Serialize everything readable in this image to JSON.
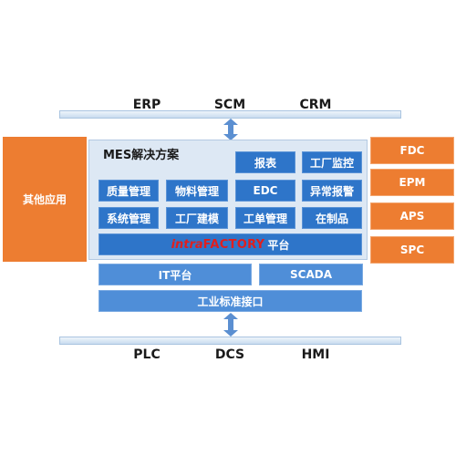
{
  "top_systems": [
    "ERP",
    "SCM",
    "CRM"
  ],
  "bottom_systems": [
    "PLC",
    "DCS",
    "HMI"
  ],
  "left_box": "其他应用",
  "right_boxes": [
    "FDC",
    "EPM",
    "APS",
    "SPC"
  ],
  "mes": {
    "title": "MES解决方案",
    "row1": [
      "报表",
      "工厂监控"
    ],
    "row2": [
      "质量管理",
      "物料管理",
      "EDC",
      "异常报警"
    ],
    "row3": [
      "系统管理",
      "工厂建模",
      "工单管理",
      "在制品"
    ]
  },
  "platform": {
    "brand_intra": "intra",
    "brand_factory": "FACTORY",
    "suffix": "平台"
  },
  "it_platform": "IT平台",
  "scada": "SCADA",
  "interface": "工业标准接口",
  "colors": {
    "orange": "#ed7d31",
    "blue": "#2e75c9",
    "brand_red": "#e01f1f",
    "panel_bg": "#dde8f4"
  }
}
